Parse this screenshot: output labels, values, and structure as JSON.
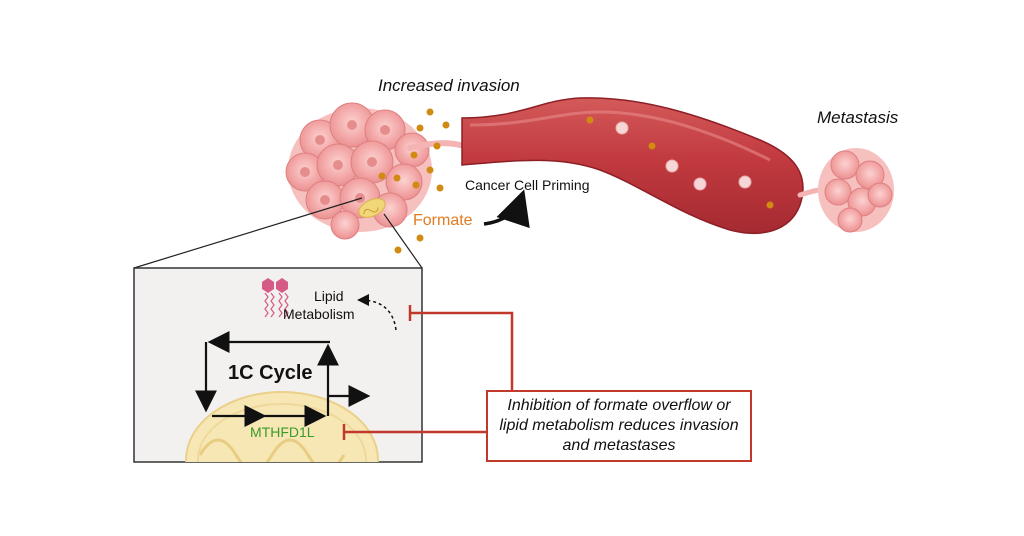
{
  "labels": {
    "increased_invasion": "Increased invasion",
    "metastasis": "Metastasis",
    "cancer_cell_priming": "Cancer Cell Priming",
    "formate": "Formate",
    "lipid": "Lipid",
    "metabolism": "Metabolism",
    "one_c_cycle": "1C Cycle",
    "mthfd1l": "MTHFD1L",
    "inhibition": "Inhibition of formate overflow or lipid metabolism reduces invasion and metastases"
  },
  "colors": {
    "formate": "#e07b20",
    "mthfd1l": "#3a9a2a",
    "inhibit": "#c0392b",
    "vessel": "#b8363a",
    "tumor": "#f3a7a7",
    "mitochondrion": "#f3dfa3",
    "formate_dot": "#d18a12"
  }
}
